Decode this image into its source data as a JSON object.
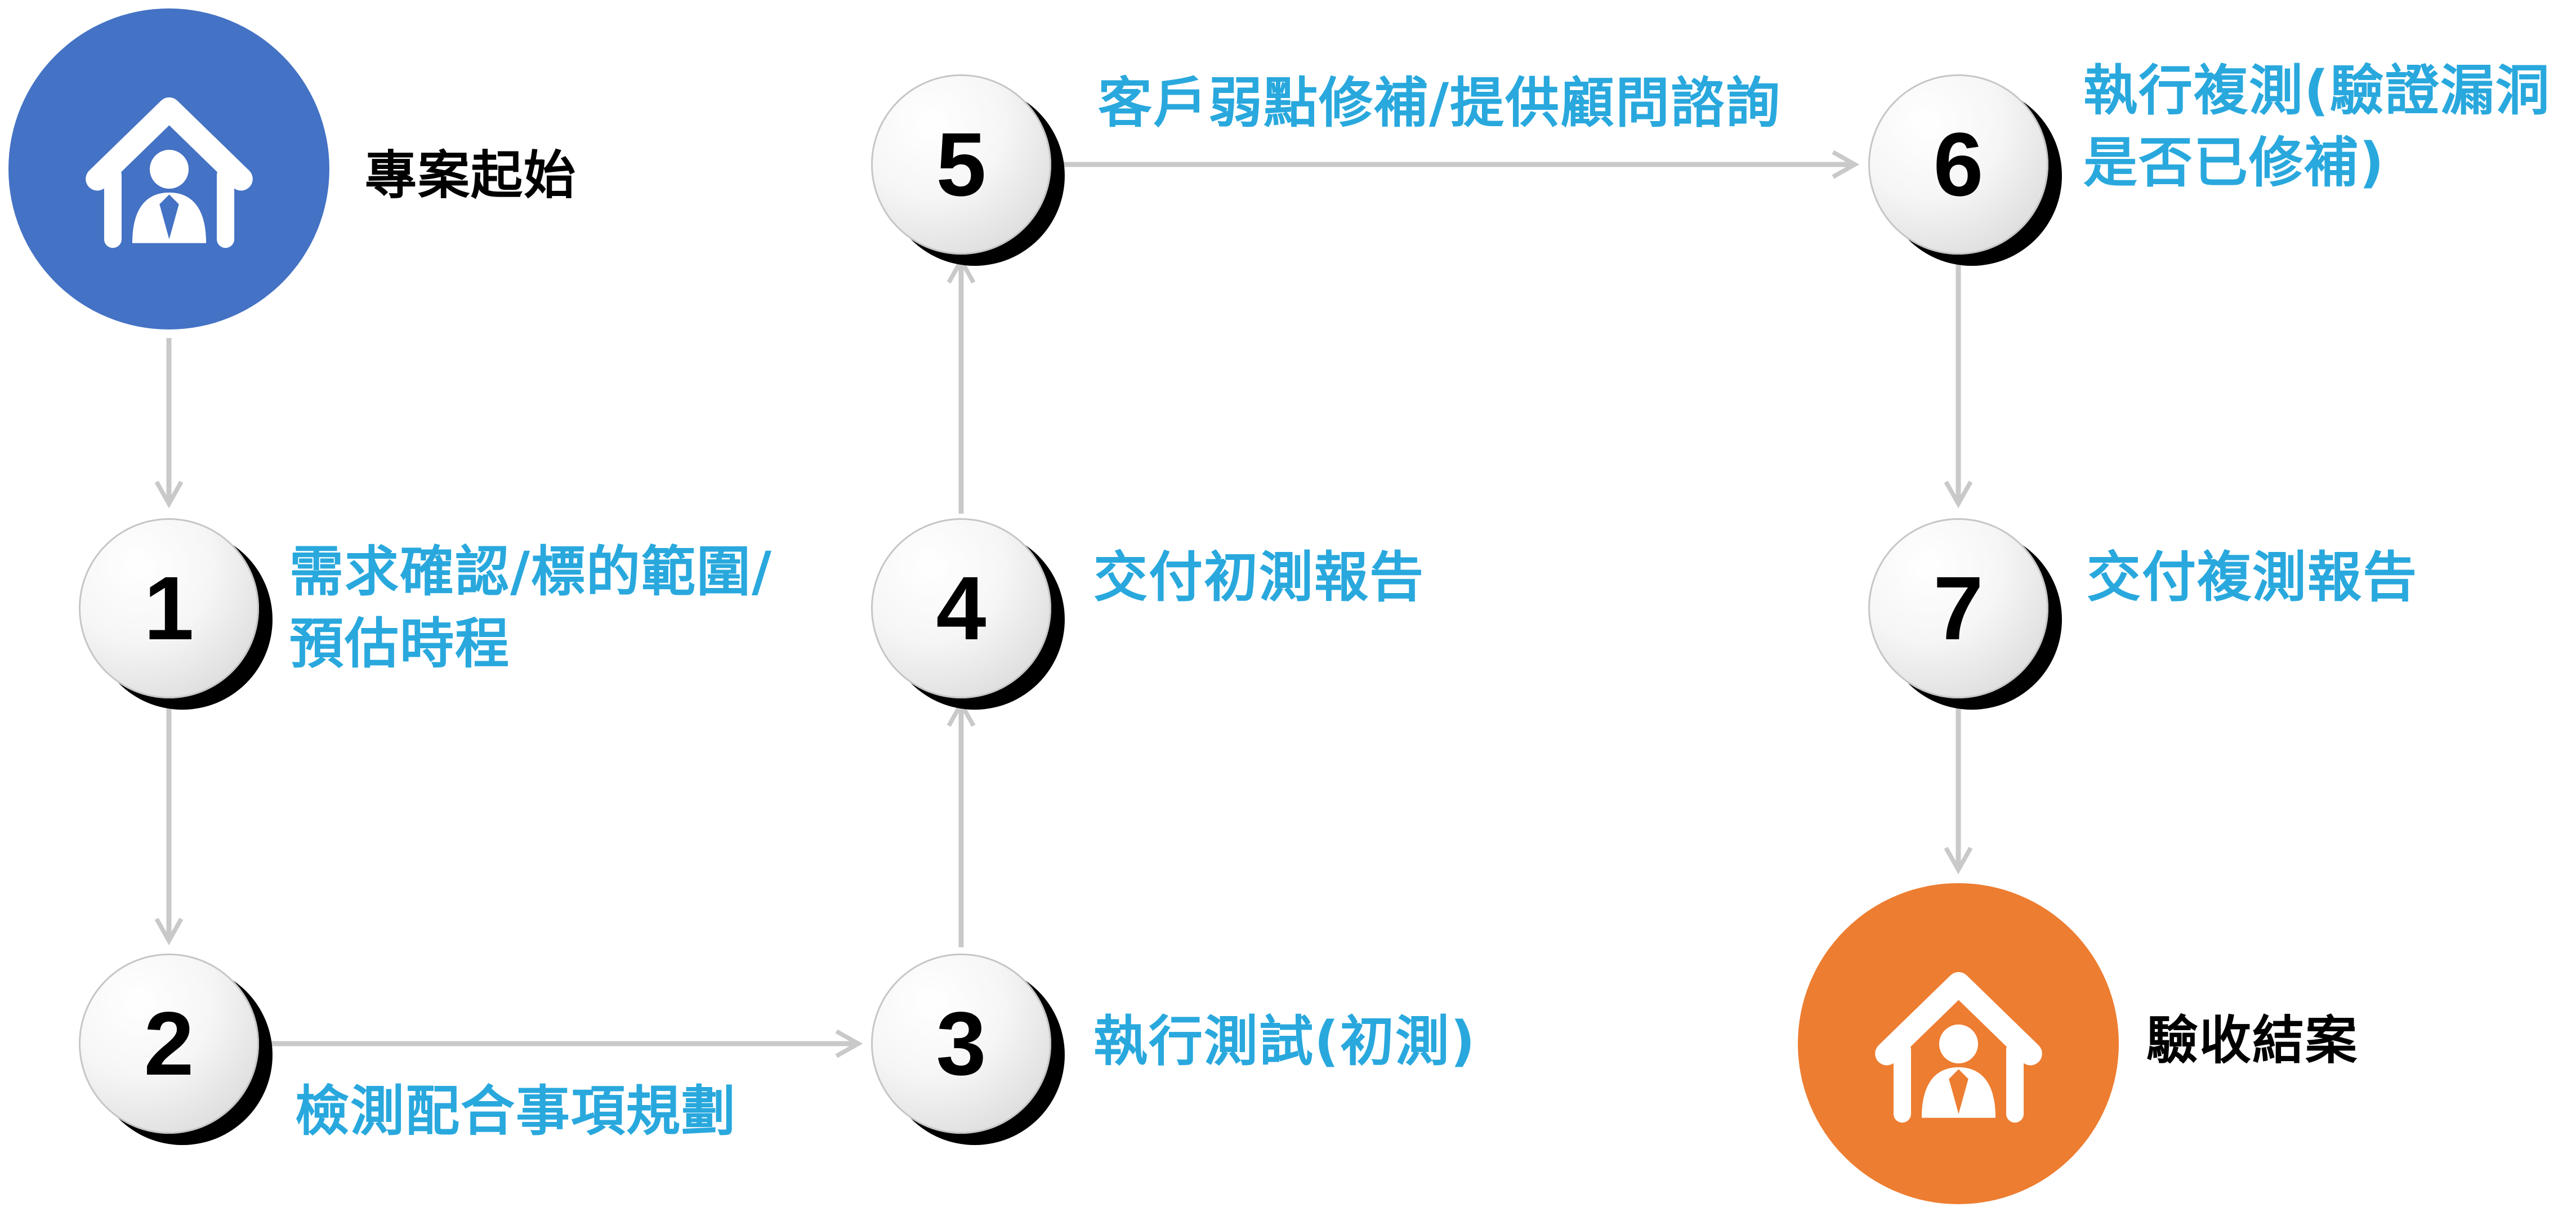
{
  "colors": {
    "start_circle": "#4472c4",
    "end_circle": "#ed7d31",
    "step_label": "#29a8dd",
    "terminal_label": "#000000",
    "arrow": "#c9c9c9",
    "step_number": "#000000",
    "node_shadow": "#000000"
  },
  "start": {
    "label": "專案起始",
    "icon": "home-person-icon"
  },
  "end": {
    "label": "驗收結案",
    "icon": "home-person-icon"
  },
  "steps": [
    {
      "number": "1",
      "label_lines": [
        "需求確認/標的範圍/",
        "預估時程"
      ]
    },
    {
      "number": "2",
      "label_lines": [
        "檢測配合事項規劃"
      ]
    },
    {
      "number": "3",
      "label_lines": [
        "執行測試(初測)"
      ]
    },
    {
      "number": "4",
      "label_lines": [
        "交付初測報告"
      ]
    },
    {
      "number": "5",
      "label_lines": [
        "客戶弱點修補/提供顧問諮詢"
      ]
    },
    {
      "number": "6",
      "label_lines": [
        "執行複測(驗證漏洞",
        "是否已修補)"
      ]
    },
    {
      "number": "7",
      "label_lines": [
        "交付複測報告"
      ]
    }
  ]
}
